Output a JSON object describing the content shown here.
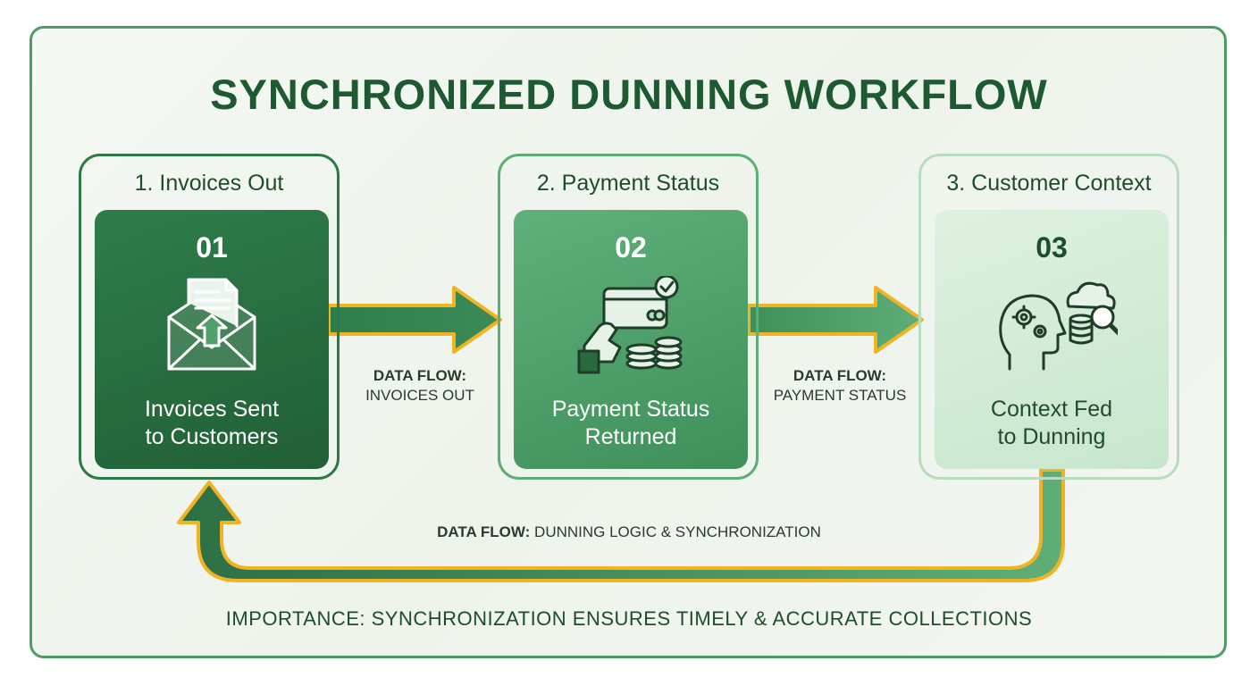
{
  "title": "SYNCHRONIZED DUNNING WORKFLOW",
  "steps": [
    {
      "heading": "1. Invoices Out",
      "number": "01",
      "label": "Invoices Sent\nto Customers",
      "icon": "envelope-invoice-icon"
    },
    {
      "heading": "2. Payment Status",
      "number": "02",
      "label": "Payment Status\nReturned",
      "icon": "hand-card-coins-icon"
    },
    {
      "heading": "3. Customer Context",
      "number": "03",
      "label": "Context Fed\nto Dunning",
      "icon": "head-gears-cloud-search-icon"
    }
  ],
  "flows": [
    {
      "prefix": "DATA FLOW:",
      "text": "INVOICES OUT"
    },
    {
      "prefix": "DATA FLOW:",
      "text": "PAYMENT STATUS"
    },
    {
      "prefix": "DATA FLOW:",
      "text": "DUNNING LOGIC & SYNCHRONIZATION"
    }
  ],
  "footer": "IMPORTANCE: SYNCHRONIZATION ENSURES TIMELY & ACCURATE COLLECTIONS",
  "colors": {
    "dark_green": "#215f36",
    "mid_green": "#4f9d62",
    "light_green": "#c8e6cd",
    "accent_gold": "#f0b323",
    "title_green": "#1d5a31"
  }
}
